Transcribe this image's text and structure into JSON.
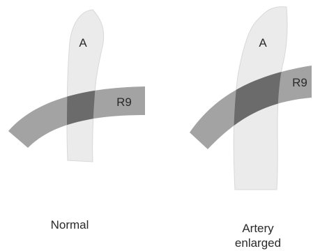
{
  "panels": [
    {
      "artery_label": "A",
      "rib_label": "R9",
      "caption_lines": [
        "Normal"
      ]
    },
    {
      "artery_label": "A",
      "rib_label": "R9",
      "caption_lines": [
        "Artery",
        "enlarged"
      ]
    }
  ],
  "colors": {
    "artery": "#ebebeb",
    "rib": "#a3a3a3",
    "overlap": "#6b6b6b",
    "text": "#2a2a2a",
    "background": "#ffffff"
  }
}
